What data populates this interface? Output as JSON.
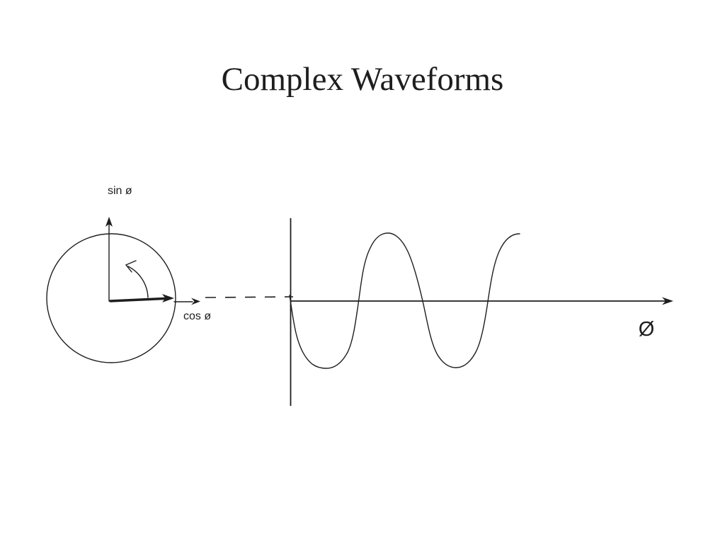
{
  "slide": {
    "title": "Complex Waveforms",
    "colors": {
      "background": "#ffffff",
      "ink": "#1e1e1e"
    }
  },
  "phasor": {
    "sin_label": "sin ø",
    "cos_label": "cos ø"
  },
  "waveform": {
    "axis_label": "Ø"
  },
  "chart_data": {
    "type": "line",
    "title": "Complex Waveforms",
    "xlabel": "Ø",
    "ylabel": "",
    "function": "y = -sin(ø)",
    "x_range_radians": [
      0,
      11.0
    ],
    "ylim": [
      -1,
      1
    ],
    "cycles_shown": 1.75,
    "amplitude_relative_to_circle_radius": 1,
    "zero_crossings_deg": [
      0,
      180,
      360,
      540
    ],
    "troughs_deg": [
      90,
      450
    ],
    "peaks_deg": [
      270,
      630
    ],
    "grid": false,
    "legend": "none",
    "style": "hand-drawn single black curve starting at origin going negative first"
  }
}
